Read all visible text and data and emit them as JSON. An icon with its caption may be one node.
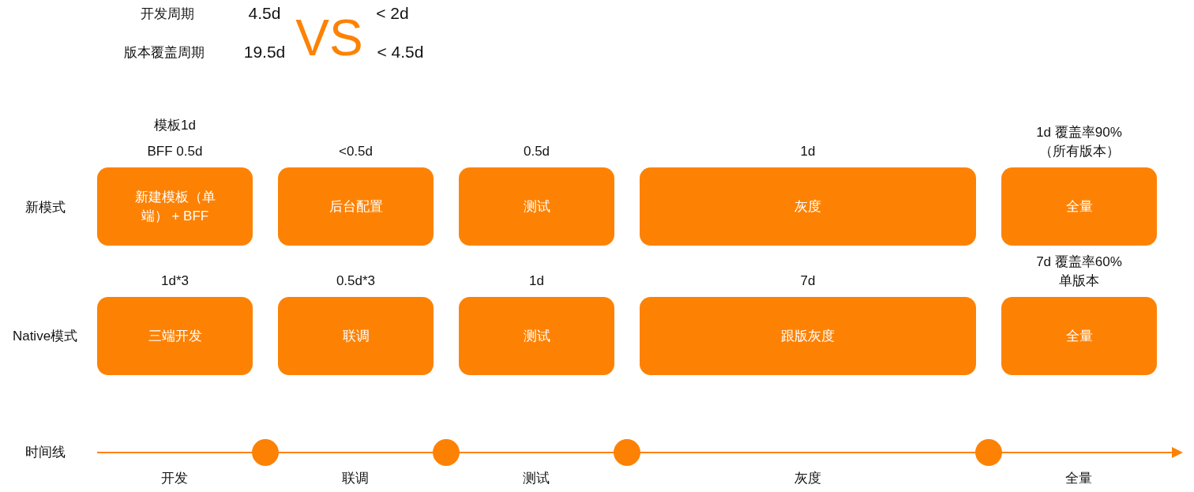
{
  "diagram": {
    "nodes": [
      {
        "text": [
          "新建模板（单端） + BFF"
        ],
        "beside": [
          "模板1d",
          "BFF 0.5d"
        ]
      },
      {
        "text": [
          "后台配置"
        ],
        "beside": [
          "<0.5d"
        ]
      },
      {
        "text": [
          "测试"
        ],
        "beside": [
          "0.5d"
        ]
      },
      {
        "text": [
          "灰度"
        ],
        "beside": [
          "1d"
        ]
      },
      {
        "text": [
          "全量"
        ],
        "beside": [
          "1d 覆盖率90%",
          "（所有版本）"
        ]
      },
      {
        "text": [
          "三端开发"
        ],
        "beside": [
          "1d*3"
        ]
      },
      {
        "text": [
          "联调"
        ],
        "beside": [
          "0.5d*3"
        ]
      },
      {
        "text": [
          "测试"
        ],
        "beside": [
          "1d"
        ]
      },
      {
        "text": [
          "跟版灰度"
        ],
        "beside": [
          "7d"
        ]
      },
      {
        "text": [
          "全量"
        ],
        "beside": [
          "7d 覆盖率60%",
          "单版本"
        ]
      },
      {
        "text": [],
        "shape": "circle"
      },
      {
        "text": [],
        "shape": "circle"
      },
      {
        "text": [],
        "shape": "circle"
      },
      {
        "text": [],
        "shape": "circle"
      }
    ],
    "edges": [],
    "labels": [
      "开发周期",
      "4.5d",
      "VS",
      "< 2d",
      "版本覆盖周期",
      "19.5d",
      "< 4.5d",
      "新模式",
      "Native模式",
      "时间线",
      "开发",
      "联调",
      "测试",
      "灰度",
      "全量"
    ]
  }
}
